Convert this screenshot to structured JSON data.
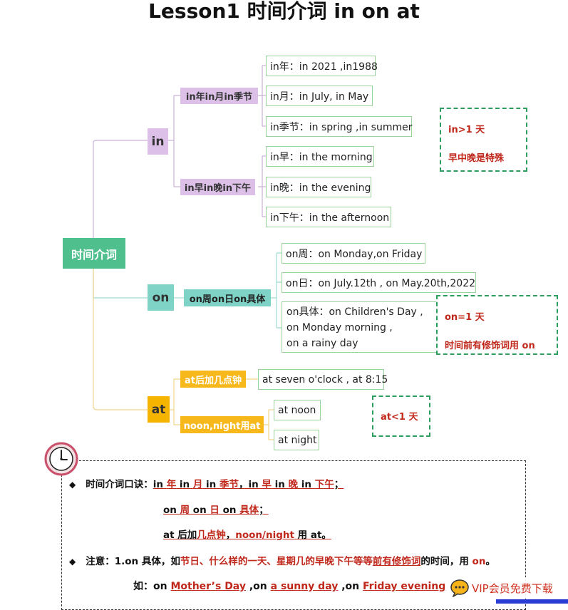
{
  "title": "Lesson1   时间介词 in on at",
  "root": {
    "label": "时间介词"
  },
  "branches": {
    "in": {
      "label": "in",
      "groups": [
        {
          "label": "in年in月in季节",
          "leaves": [
            "in年：in 2021 ,in1988",
            "in月：in July, in May",
            "in季节：in spring ,in summer"
          ]
        },
        {
          "label": "in早in晚in下午",
          "leaves": [
            "in早：in the morning",
            "in晚：in the evening",
            "in下午：in the afternoon"
          ]
        }
      ],
      "note": {
        "line1": "in>1 天",
        "line2": "早中晚是特殊"
      }
    },
    "on": {
      "label": "on",
      "group": "on周on日on具体",
      "leaves": [
        "on周：on Monday,on Friday",
        "on日：on July.12th , on May.20th,2022"
      ],
      "leaf_multi": [
        "on具体：on Children's Day ,",
        "on Monday morning ,",
        "on a rainy day"
      ],
      "note": {
        "line1": "on=1 天",
        "line2": "时间前有修饰词用 on"
      }
    },
    "at": {
      "label": "at",
      "groups": [
        {
          "label": "at后加几点钟",
          "leaves": [
            "at seven o'clock , at 8:15"
          ]
        },
        {
          "label": "noon,night用at",
          "leaves": [
            "at noon",
            "at night"
          ]
        }
      ],
      "note": {
        "line1": "at<1 天"
      }
    }
  },
  "tips": {
    "bullet": "◆",
    "line1": {
      "prefix": "时间介词口诀：",
      "parts": [
        "in ",
        "年",
        " in ",
        "月",
        " in ",
        "季节",
        "，in ",
        "早",
        " in ",
        "晚",
        " in ",
        "下午",
        "；"
      ]
    },
    "line2": {
      "parts": [
        "on ",
        "周",
        " on ",
        "日",
        " on ",
        "具体",
        "；"
      ]
    },
    "line3": {
      "parts": [
        "at 后加",
        "几点钟",
        "，",
        "noon/night",
        " 用 at。"
      ]
    },
    "line4": {
      "parts": [
        "注意：1.on 具体，如",
        "节日、什么样的一天、星期几的早晚下午等等",
        "前有修饰词",
        "的时间，用 ",
        "on",
        "。"
      ]
    },
    "line5": {
      "parts": [
        "如：on ",
        "Mother’s Day",
        " ,on ",
        "a sunny day",
        " ,on ",
        "Friday evening"
      ]
    }
  },
  "watermark": {
    "label": "VIP会员免费下载"
  },
  "colors": {
    "root": "#4fc08d",
    "in": "#dcc0e8",
    "on": "#7ed3c6",
    "at": "#f5b400",
    "note_text": "#c0281c",
    "note_border": "#2e9e5e"
  }
}
